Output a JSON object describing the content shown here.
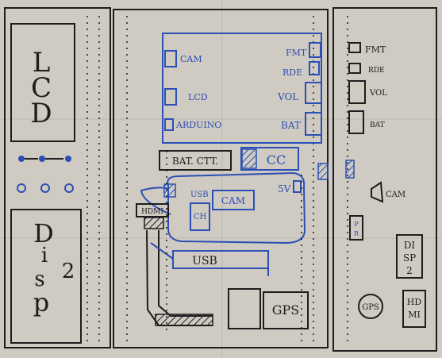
{
  "left_panel": {
    "lcd_letters": [
      "L",
      "C",
      "D"
    ],
    "disp2_letters": [
      "D",
      "i",
      "s",
      "p",
      "2"
    ]
  },
  "center_panel": {
    "board_left_labels": [
      "CAM",
      "LCD",
      "ARDUINO"
    ],
    "board_right_labels": [
      "FMT",
      "RDE",
      "VOL",
      "BAT"
    ],
    "bat_ctl": "BAT. CTT.",
    "cc": "CC",
    "usb_small": "USB",
    "cam": "CAM",
    "ch": "CH",
    "five_v": "5V",
    "hdmi": "HDMI",
    "usb_big": "USB",
    "gps": "GPS"
  },
  "right_panel": {
    "labels": [
      "FMT",
      "RDE",
      "VOL",
      "BAT"
    ],
    "cam": "CAM",
    "disp2": [
      "DI",
      "SP",
      "2"
    ],
    "gps": "GPS",
    "hdmi": [
      "HD",
      "MI"
    ],
    "pr": [
      "P",
      "R"
    ]
  }
}
